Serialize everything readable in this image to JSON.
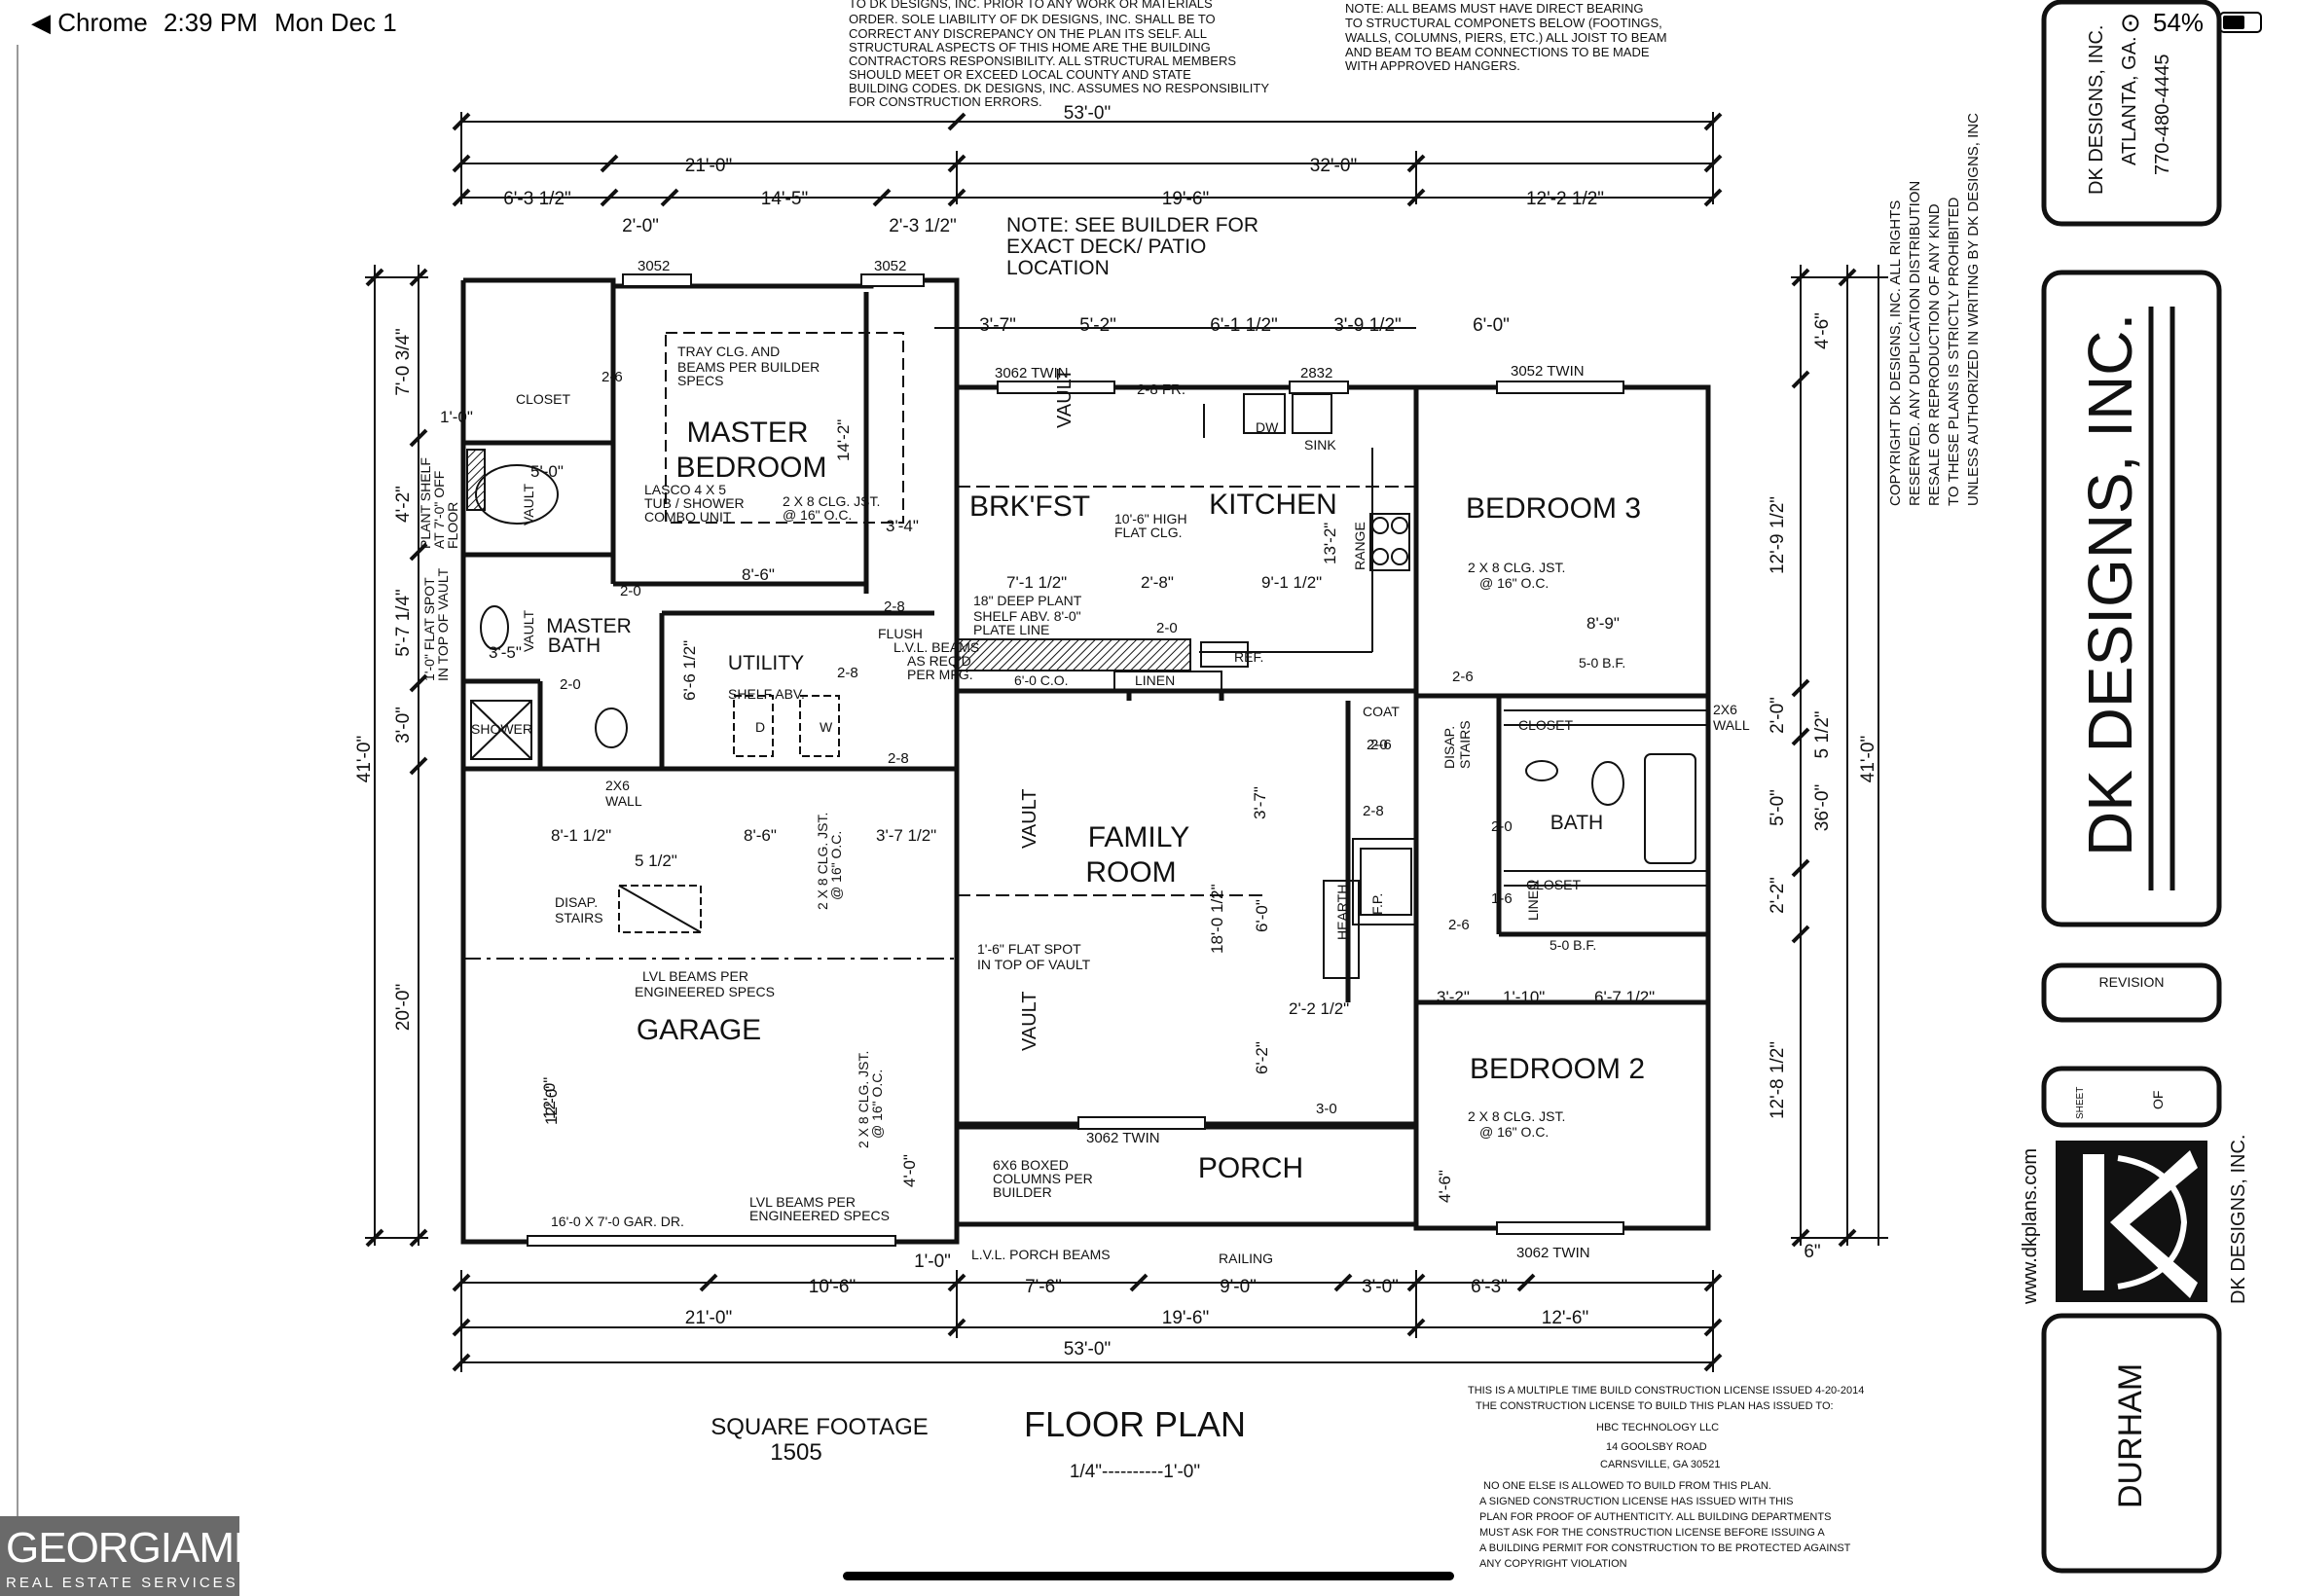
{
  "status_bar": {
    "back_app": "◀ Chrome",
    "time": "2:39 PM",
    "date": "Mon Dec 1",
    "battery": "54%"
  },
  "notes": {
    "top_left": [
      "TO DK DESIGNS, INC. PRIOR TO ANY WORK OR MATERIALS",
      "ORDER. SOLE LIABILITY OF DK DESIGNS, INC. SHALL BE TO",
      "CORRECT ANY DISCREPANCY ON THE PLAN ITS SELF. ALL",
      "STRUCTURAL ASPECTS OF THIS HOME ARE THE BUILDING",
      "CONTRACTORS RESPONSIBILITY. ALL STRUCTURAL MEMBERS",
      "SHOULD MEET OR EXCEED LOCAL COUNTY AND STATE",
      "BUILDING CODES. DK DESIGNS, INC. ASSUMES NO RESPONSIBILITY",
      "FOR CONSTRUCTION ERRORS."
    ],
    "top_right": [
      "NOTE: ALL BEAMS MUST HAVE DIRECT BEARING",
      "TO STRUCTURAL COMPONETS BELOW (FOOTINGS,",
      "WALLS, COLUMNS, PIERS, ETC.) ALL JOIST TO BEAM",
      "AND BEAM TO BEAM CONNECTIONS TO BE MADE",
      "WITH APPROVED HANGERS."
    ],
    "deck": [
      "NOTE: SEE BUILDER FOR",
      "EXACT DECK/ PATIO",
      "LOCATION"
    ],
    "copyright": [
      "COPYRIGHT DK DESIGNS, INC. ALL RIGHTS",
      "RESERVED. ANY DUPLICATION DISTRIBUTION",
      "RESALE OR REPRODUCTION OF ANY KIND",
      "TO THESE PLANS IS STRICTLY PROHIBITED",
      "UNLESS AUTHORIZED IN WRITING BY DK DESIGNS, INC"
    ],
    "license": [
      "THIS IS A MULTIPLE TIME BUILD CONSTRUCTION LICENSE ISSUED 4-20-2014",
      "THE CONSTRUCTION LICENSE TO BUILD THIS PLAN HAS ISSUED TO:",
      "HBC TECHNOLOGY LLC",
      "14 GOOLSBY ROAD",
      "CARNSVILLE, GA 30521",
      "NO ONE ELSE IS ALLOWED TO BUILD FROM THIS PLAN.",
      "A SIGNED CONSTRUCTION LICENSE HAS ISSUED WITH THIS",
      "PLAN FOR PROOF OF AUTHENTICITY. ALL BUILDING DEPARTMENTS",
      "MUST ASK FOR THE CONSTRUCTION LICENSE BEFORE ISSUING A",
      "A BUILDING PERMIT FOR CONSTRUCTION TO BE PROTECTED AGAINST",
      "ANY COPYRIGHT VIOLATION"
    ]
  },
  "rooms": {
    "master_bedroom": [
      "MASTER",
      "BEDROOM"
    ],
    "brkfst": "BRK'FST",
    "kitchen": "KITCHEN",
    "bedroom3": "BEDROOM 3",
    "bedroom2": "BEDROOM 2",
    "family_room": [
      "FAMILY",
      "ROOM"
    ],
    "garage": "GARAGE",
    "porch": "PORCH",
    "utility": "UTILITY",
    "master_bath": [
      "MASTER",
      "BATH"
    ],
    "bath": "BATH"
  },
  "labels": {
    "closet": "CLOSET",
    "tray": [
      "TRAY CLG. AND",
      "BEAMS PER BUILDER",
      "SPECS"
    ],
    "tub": [
      "LASCO 4 X 5",
      "TUB / SHOWER",
      "COMBO UNIT"
    ],
    "joist_16": [
      "2 X 8 CLG. JST.",
      "@ 16\" O.C."
    ],
    "high_flat": [
      "10'-6\" HIGH",
      "FLAT CLG."
    ],
    "plant_shelf": [
      "18\" DEEP PLANT",
      "SHELF ABV. 8'-0\"",
      "PLATE LINE"
    ],
    "flush": [
      "FLUSH",
      "L.V.L. BEAMS",
      "AS REQ'D",
      "PER MFG."
    ],
    "shelf_abv": "SHELF ABV.",
    "w_d": [
      "D",
      "W"
    ],
    "coat": "COAT",
    "linen": "LINEN",
    "ref": "REF.",
    "range": "RANGE",
    "sink": "SINK",
    "dw": "DW",
    "vault": "VAULT",
    "co": "6'-0 C.O.",
    "shower": "SHOWER",
    "disap_stairs": [
      "DISAP.",
      "STAIRS"
    ],
    "wall_2x6": [
      "2X6",
      "WALL"
    ],
    "lvl_engineered": [
      "LVL BEAMS PER",
      "ENGINEERED SPECS"
    ],
    "garage_door": "16'-0 X 7'-0 GAR. DR.",
    "flat_spot": [
      "1'-6\" FLAT SPOT",
      "IN TOP OF VAULT"
    ],
    "boxed_columns": [
      "6X6 BOXED",
      "COLUMNS PER",
      "BUILDER"
    ],
    "porch_beams": "L.V.L. PORCH BEAMS",
    "railing": "RAILING",
    "hearth": "HEARTH",
    "fp": "F.P.",
    "bf": "5-0 B.F.",
    "side_plant": [
      "PLANT SHELF",
      "AT 7'-0\" OFF",
      "FLOOR"
    ],
    "side_flat": [
      "1'-0\" FLAT SPOT",
      "IN TOP OF VAULT"
    ],
    "windows": [
      "3052",
      "3052",
      "3062 TWIN",
      "2832",
      "3052 TWIN",
      "3062 TWIN",
      "3062 TWIN"
    ],
    "doors": [
      "2-6",
      "2-0",
      "2-8",
      "2-8",
      "2-0",
      "2-8",
      "2-0",
      "2-6",
      "2-0",
      "2-6",
      "2-6",
      "1-6",
      "2-8",
      "3-0",
      "2-0",
      "2-8 FR."
    ]
  },
  "dimensions": {
    "top_total": "53'-0\"",
    "top_split": [
      "21'-0\"",
      "32'-0\""
    ],
    "top_detail": [
      "6'-3 1/2\"",
      "14'-5\"",
      "19'-6\"",
      "12'-2 1/2\""
    ],
    "top_inner": [
      "2'-0\"",
      "2'-3 1/2\"",
      "3'-7\"",
      "5'-2\"",
      "6'-1 1/2\"",
      "3'-9 1/2\"",
      "6'-0\""
    ],
    "bottom_total": "53'-0\"",
    "bottom_split": [
      "21'-0\"",
      "19'-6\"",
      "12'-6\""
    ],
    "bottom_detail": [
      "10'-6\"",
      "7'-6\"",
      "9'-0\"",
      "3'-0\"",
      "6'-3\""
    ],
    "bottom_small": [
      "1'-0\"",
      "6\""
    ],
    "left_total": "41'-0\"",
    "left_detail": [
      "7'-0 3/4\"",
      "4'-2\"",
      "5'-7 1/4\"",
      "3'-0\"",
      "20'-0\""
    ],
    "right_total": "41'-0\"",
    "right_detail": [
      "4'-6\"",
      "12'-9 1/2\"",
      "2'-0\"",
      "5 1/2\"",
      "5'-0\"",
      "2'-2\"",
      "12'-8 1/2\"",
      "36'-0\""
    ],
    "interior": [
      "14'-2\"",
      "5'-0\"",
      "1'-0\"",
      "8'-6\"",
      "3'-4\"",
      "3'-5\"",
      "6'-6 1/2\"",
      "7'-1 1/2\"",
      "2'-8\"",
      "9'-1 1/2\"",
      "13'-2\"",
      "8'-9\"",
      "8'-1 1/2\"",
      "8'-6\"",
      "3'-7 1/2\"",
      "5 1/2\"",
      "12'-0\"",
      "3'-7\"",
      "6'-0\"",
      "18'-0 1/2\"",
      "6'-2\"",
      "2'-2 1/2\"",
      "3'-2\"",
      "1'-10\"",
      "6'-7 1/2\"",
      "12'-0\"",
      "4'-0\"",
      "4'-6\""
    ]
  },
  "title_block": {
    "footage": [
      "SQUARE FOOTAGE",
      "1505"
    ],
    "plan_title": "FLOOR PLAN",
    "scale": "1/4\"----------1'-0\"",
    "company_small": [
      "DK DESIGNS, INC.",
      "ATLANTA, GA.",
      "770-480-4445"
    ],
    "company_big": "DK DESIGNS, INC.",
    "revision": "REVISION",
    "sheet": "SHEET",
    "of": "OF",
    "website": "www.dkplans.com",
    "logo_text": "DK DESIGNS, INC.",
    "plan_name": "DURHAM"
  },
  "watermark": {
    "brand": "GEORGIAMLS",
    "tagline": "REAL ESTATE SERVICES"
  }
}
